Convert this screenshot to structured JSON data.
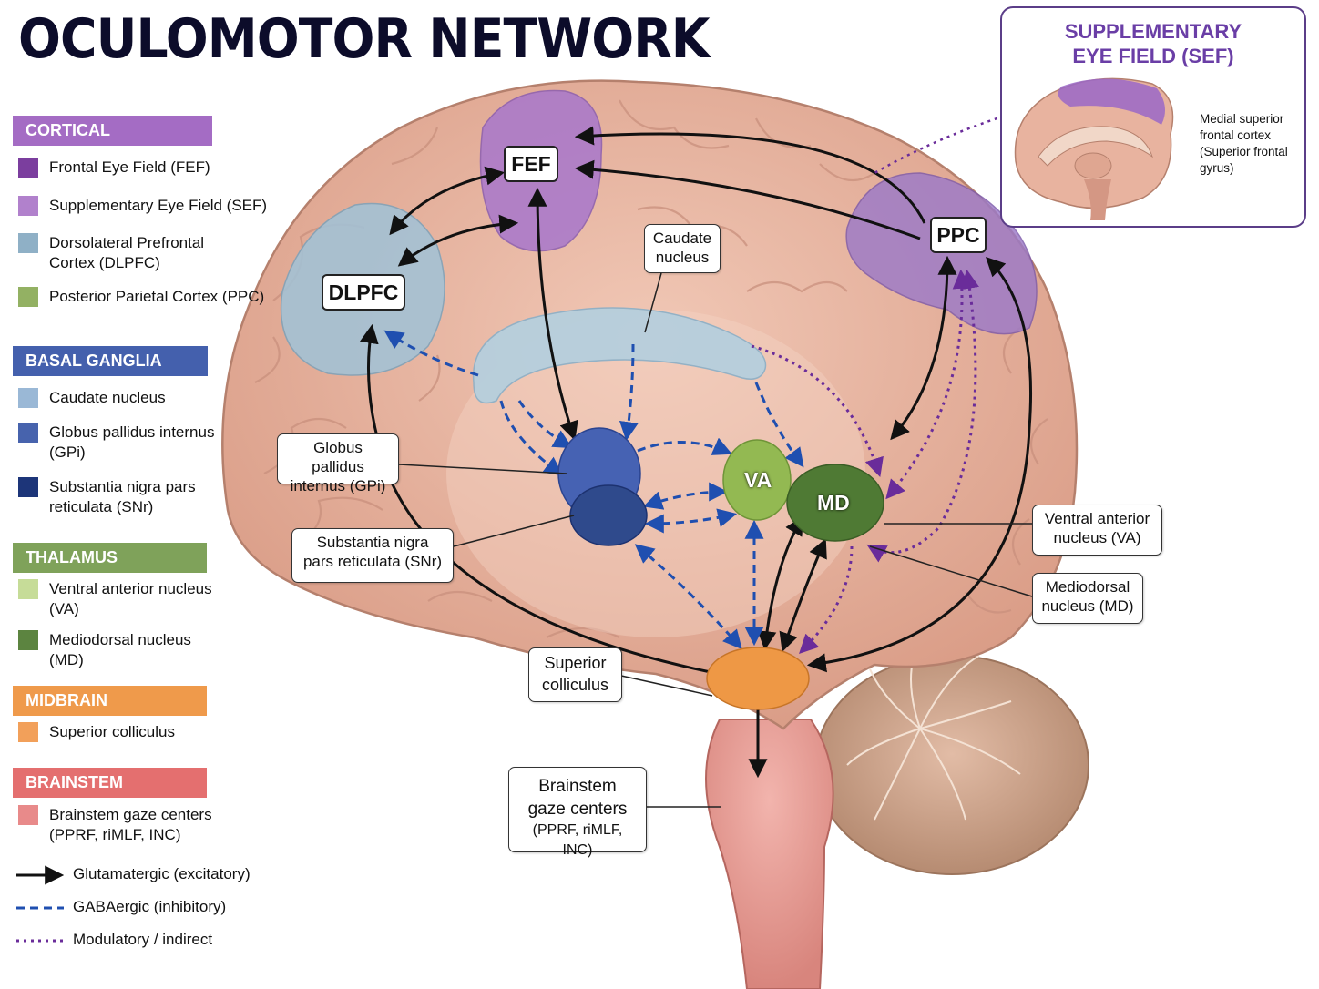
{
  "title": "OCULOMOTOR NETWORK",
  "legend": {
    "groups": [
      {
        "header": "CORTICAL",
        "color": "#a46cc4",
        "items": [
          {
            "label": "Frontal Eye Field (FEF)",
            "color": "#7b3e9e"
          },
          {
            "label": "Supplementary Eye Field (SEF)",
            "color": "#b181cc"
          },
          {
            "label": "Dorsolateral Prefrontal\nCortex (DLPFC)",
            "color": "#8fb0c6"
          },
          {
            "label": "Posterior Parietal Cortex (PPC)",
            "color": "#93b163"
          }
        ]
      },
      {
        "header": "BASAL GANGLIA",
        "color": "#4460ad",
        "items": [
          {
            "label": "Caudate nucleus",
            "color": "#9ab8d6"
          },
          {
            "label": "Globus pallidus internus\n(GPi)",
            "color": "#4763ad"
          },
          {
            "label": "Substantia nigra pars\nreticulata (SNr)",
            "color": "#1d3579"
          }
        ]
      },
      {
        "header": "THALAMUS",
        "color": "#7fa25a",
        "items": [
          {
            "label": "Ventral anterior nucleus\n(VA)",
            "color": "#c6dc98"
          },
          {
            "label": "Mediodorsal nucleus\n(MD)",
            "color": "#5c8440"
          }
        ]
      },
      {
        "header": "MIDBRAIN",
        "color": "#ef9a4b",
        "items": [
          {
            "label": "Superior colliculus",
            "color": "#f2a05a"
          }
        ]
      },
      {
        "header": "BRAINSTEM",
        "color": "#e46f6f",
        "items": [
          {
            "label": "Brainstem gaze centers\n(PPRF, riMLF, INC)",
            "color": "#e88a8a"
          }
        ]
      }
    ],
    "lines": [
      {
        "label": "Glutamatergic (excitatory)",
        "style": "solid",
        "color": "#111111"
      },
      {
        "label": "GABAergic (inhibitory)",
        "style": "dashed",
        "color": "#1f4fb0"
      },
      {
        "label": "Modulatory / indirect",
        "style": "dotted",
        "color": "#6a2c9a"
      }
    ]
  },
  "nodes": {
    "fef": "FEF",
    "dlpfc": "DLPFC",
    "ppc": "PPC",
    "va": "VA",
    "md": "MD"
  },
  "callouts": {
    "caudate": "Caudate\nnucleus",
    "gpi": "Globus pallidus\ninternus (GPi)",
    "snr": "Substantia nigra\npars reticulata (SNr)",
    "sc": "Superior\ncolliculus",
    "brainstem_title": "Brainstem\ngaze centers",
    "brainstem_sub": "(PPRF, riMLF, INC)",
    "va": "Ventral anterior\nnucleus (VA)",
    "md": "Mediodorsal\nnucleus (MD)"
  },
  "inset": {
    "title": "SUPPLEMENTARY\nEYE FIELD (SEF)",
    "caption": "Medial superior\nfrontal cortex\n(Superior frontal\ngyrus)"
  },
  "colors": {
    "brain": "#e9b6a3",
    "brain_fold": "#c98e7c",
    "cerebellum": "#c89a80",
    "fef": "#a877cc",
    "dlpfc": "#a2c2d6",
    "ppc": "#9c7ac8",
    "caudate": "#b6cfdd",
    "gpi": "#4662b3",
    "snr": "#2f4a8c",
    "va": "#93b952",
    "md": "#4f7a34",
    "sc": "#ee9845",
    "brainstem": "#e8a3a0",
    "excitatory": "#111111",
    "inhibitory": "#1f4fb0",
    "modulatory": "#6a2c9a"
  }
}
